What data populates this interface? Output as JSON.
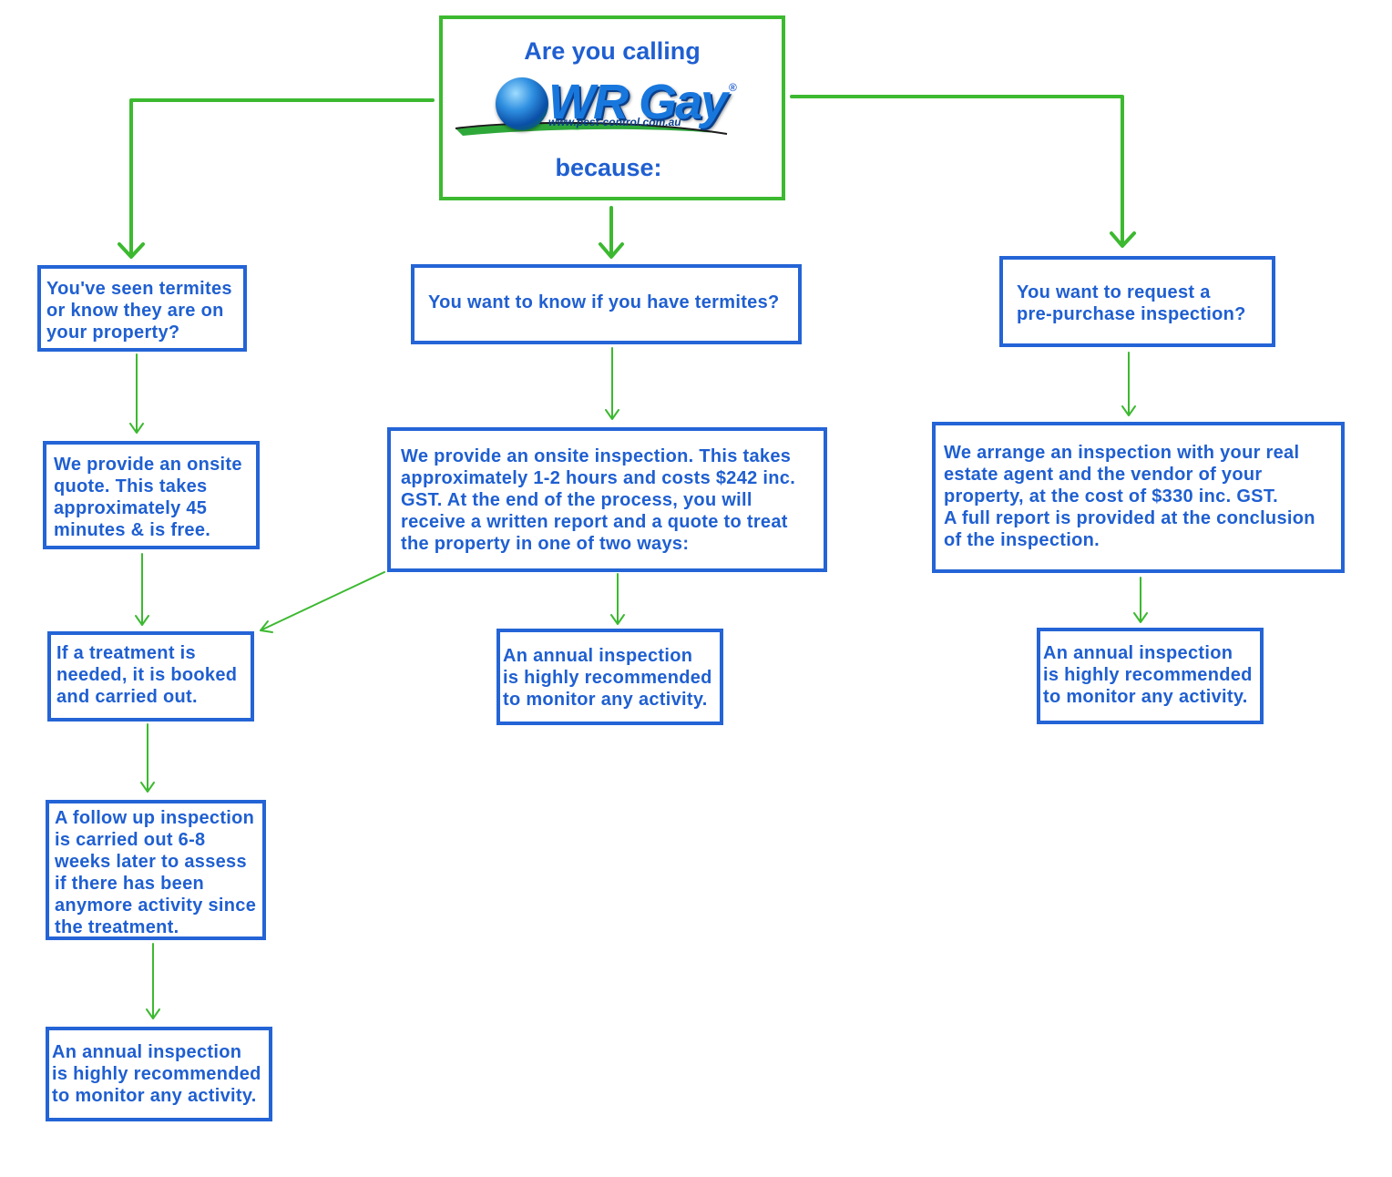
{
  "header": {
    "line1": "Are you calling",
    "logo_name": "WR Gay",
    "logo_reg": "®",
    "logo_url": "www.pest-control.com.au",
    "line2": "because:"
  },
  "colors": {
    "box_border": "#2464d6",
    "box_text": "#1f5fd1",
    "connector": "#3cb930"
  },
  "columns": {
    "left": {
      "question": "You've seen termites\nor know they are on\nyour property?",
      "quote": "We provide an onsite\nquote. This takes\napproximately 45\nminutes & is free.",
      "treatment": "If a treatment is\nneeded, it is booked\nand carried out.",
      "followup": "A follow up inspection\nis carried out 6-8\nweeks later to assess\nif there has been\nanymore activity since\nthe treatment.",
      "annual": "An annual inspection\nis highly recommended\nto monitor any activity."
    },
    "middle": {
      "question": "You want to know if you have termites?",
      "inspection": "We provide an onsite inspection. This takes\napproximately 1-2 hours and costs $242 inc.\nGST. At the end of the process, you will\nreceive a written report and a quote to treat\nthe property in one of two ways:",
      "annual": "An annual inspection\nis highly recommended\nto monitor any activity."
    },
    "right": {
      "question": "You want to request a\npre-purchase inspection?",
      "arrangement": "We arrange an inspection with your real\nestate agent and the vendor of your\nproperty, at the cost of $330 inc. GST.\nA full report is provided at the conclusion\nof the inspection.",
      "annual": "An annual inspection\nis highly recommended\nto monitor any activity."
    }
  }
}
